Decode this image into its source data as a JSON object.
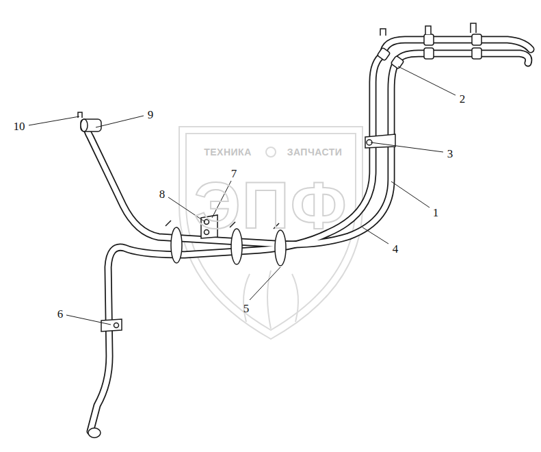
{
  "diagram": {
    "labels": [
      "1",
      "2",
      "3",
      "4",
      "5",
      "6",
      "7",
      "8",
      "9",
      "10",
      "ТЕХНИКА",
      "ЗАПЧАСТИ",
      "ЭПФ"
    ]
  }
}
